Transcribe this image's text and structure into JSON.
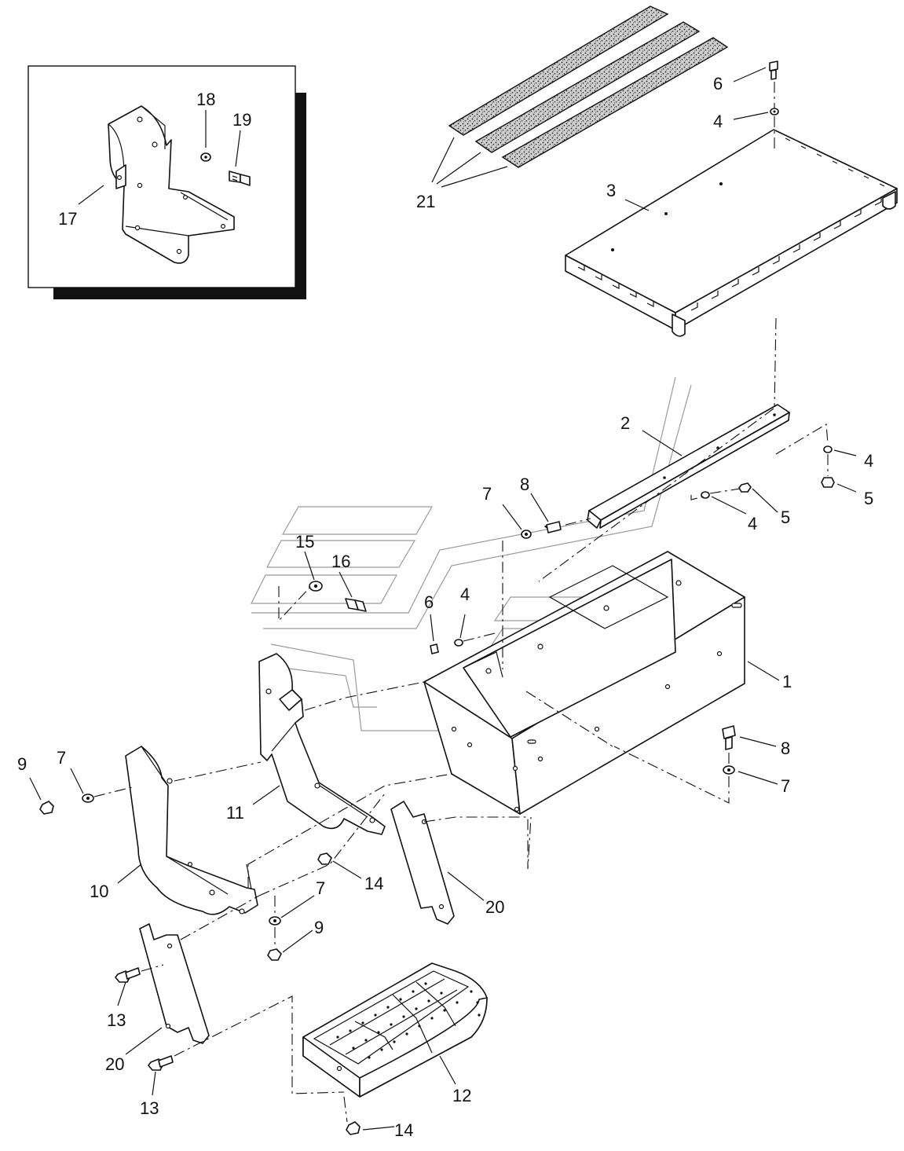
{
  "diagram": {
    "callouts": {
      "c1": "1",
      "c2": "2",
      "c3": "3",
      "c4a": "4",
      "c4b": "4",
      "c4c": "4",
      "c4d": "4",
      "c5a": "5",
      "c5b": "5",
      "c6a": "6",
      "c6b": "6",
      "c7a": "7",
      "c7b": "7",
      "c7c": "7",
      "c7d": "7",
      "c8a": "8",
      "c8b": "8",
      "c9a": "9",
      "c9b": "9",
      "c10": "10",
      "c11": "11",
      "c12": "12",
      "c13a": "13",
      "c13b": "13",
      "c14a": "14",
      "c14b": "14",
      "c15": "15",
      "c16": "16",
      "c17": "17",
      "c18": "18",
      "c19": "19",
      "c20a": "20",
      "c20b": "20",
      "c21": "21"
    },
    "colors": {
      "line": "#111111",
      "background": "#ffffff",
      "shadow": "#111111",
      "watermark": "#9a9a9a"
    }
  }
}
